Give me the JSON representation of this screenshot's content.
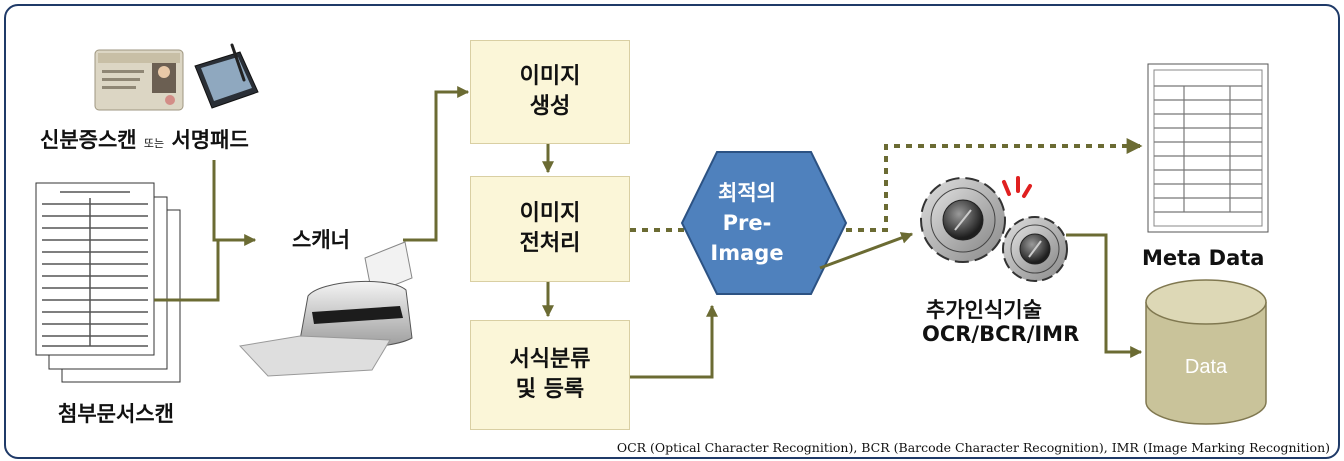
{
  "diagram": {
    "sources": {
      "id_scan": "신분증스캔",
      "or_word": "또는",
      "sign_pad": "서명패드",
      "attachment_scan": "첨부문서스캔"
    },
    "scanner_label": "스캐너",
    "steps": [
      {
        "label": "이미지\n생성"
      },
      {
        "label": "이미지\n전처리"
      },
      {
        "label": "서식분류\n및 등록"
      }
    ],
    "hexagon_label": "최적의\nPre-\nImage",
    "recognition": {
      "title": "추가인식기술",
      "methods": "OCR/BCR/IMR"
    },
    "outputs": {
      "meta_data": "Meta Data",
      "database": "Data"
    },
    "footnote": "OCR (Optical Character Recognition), BCR (Barcode Character Recognition), IMR (Image Marking Recognition)",
    "colors": {
      "border": "#1f3a68",
      "arrow": "#6b6b33",
      "box_fill": "#fbf6d8",
      "hexagon": "#4f81bd",
      "cylinder": "#c9c39a"
    }
  }
}
